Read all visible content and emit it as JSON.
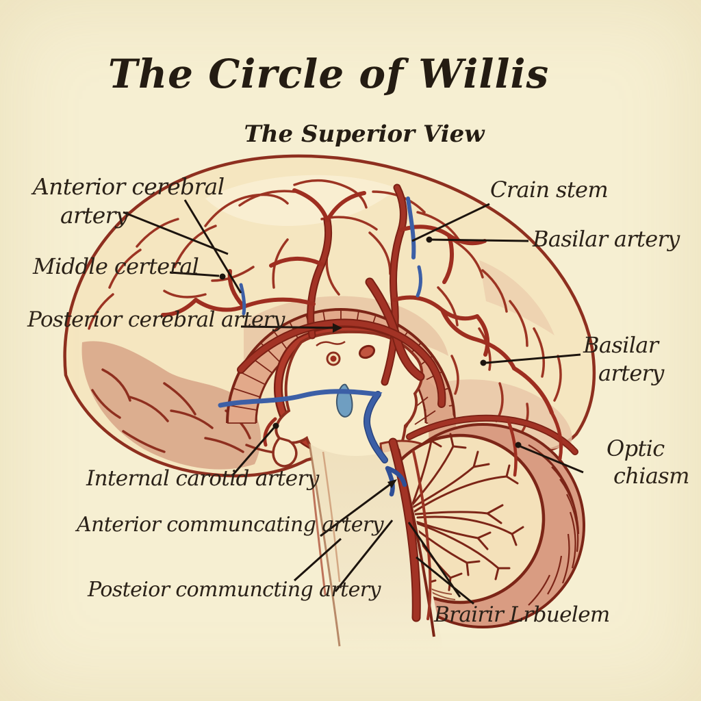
{
  "title": "The Circle of Willis",
  "subtitle": "The Superior View",
  "labels": {
    "anterior_cerebral": {
      "line1": "Anterior cerebral",
      "line2": "artery"
    },
    "middle_certeral": "Middle certeral",
    "posterior_cerebral": "Posterior cerebral artery",
    "internal_carotid": "Internal carotid artery",
    "anterior_communicating": "Anterior communcating artery",
    "posterior_communicating": "Posteior communcting artery",
    "crain_stem": "Crain stem",
    "basilar_artery_upper": "Basilar artery",
    "basilar_artery_right": {
      "line1": "Basilar",
      "line2": "artery"
    },
    "optic_chiasm": {
      "line1": "Optic",
      "line2": "chiasm"
    },
    "brain_stem_bottom": "Brairir Lrbuelem"
  },
  "colors": {
    "paper": "#f6efd2",
    "ink": "#241c13",
    "leader_line": "#1c140e",
    "artery_red": "#a23325",
    "artery_dark": "#7b2014",
    "vein_blue": "#3c5fa6",
    "brain_fill": "#f5e6c0",
    "brain_shade": "#d9a78a",
    "outline_brown": "#8e2f1f"
  }
}
